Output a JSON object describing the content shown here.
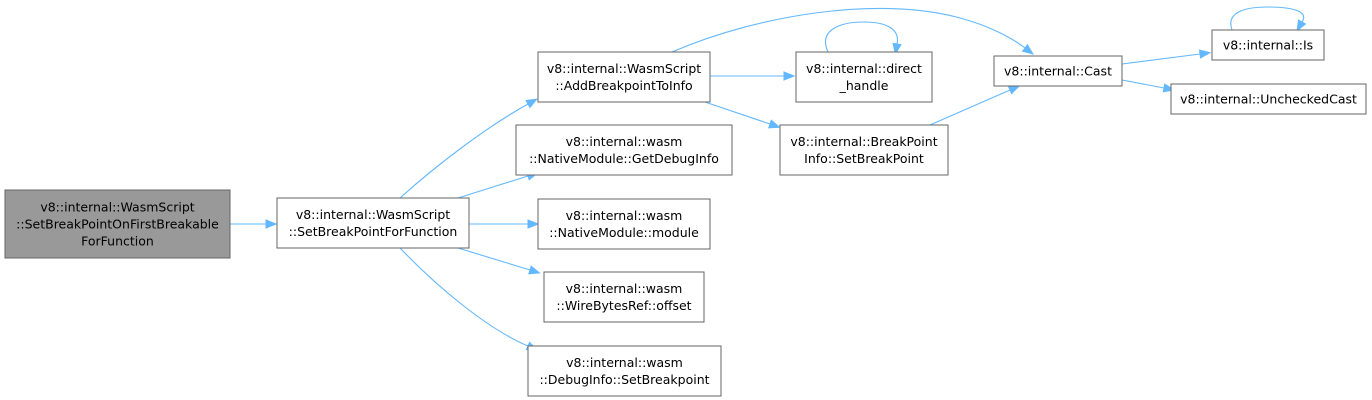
{
  "graph": {
    "nodes": [
      {
        "id": "root",
        "lines": [
          "v8::internal::WasmScript",
          "::SetBreakPointOnFirstBreakable",
          "ForFunction"
        ]
      },
      {
        "id": "set_bp_for_fn",
        "lines": [
          "v8::internal::WasmScript",
          "::SetBreakPointForFunction"
        ]
      },
      {
        "id": "add_bp_to_info",
        "lines": [
          "v8::internal::WasmScript",
          "::AddBreakpointToInfo"
        ]
      },
      {
        "id": "get_debug_info",
        "lines": [
          "v8::internal::wasm",
          "::NativeModule::GetDebugInfo"
        ]
      },
      {
        "id": "native_module",
        "lines": [
          "v8::internal::wasm",
          "::NativeModule::module"
        ]
      },
      {
        "id": "wire_offset",
        "lines": [
          "v8::internal::wasm",
          "::WireBytesRef::offset"
        ]
      },
      {
        "id": "debug_set_bp",
        "lines": [
          "v8::internal::wasm",
          "::DebugInfo::SetBreakpoint"
        ]
      },
      {
        "id": "direct_handle",
        "lines": [
          "v8::internal::direct",
          "_handle"
        ]
      },
      {
        "id": "bpinfo_set",
        "lines": [
          "v8::internal::BreakPoint",
          "Info::SetBreakPoint"
        ]
      },
      {
        "id": "cast",
        "lines": [
          "v8::internal::Cast"
        ]
      },
      {
        "id": "is",
        "lines": [
          "v8::internal::Is"
        ]
      },
      {
        "id": "unchecked_cast",
        "lines": [
          "v8::internal::UncheckedCast"
        ]
      }
    ],
    "edges": [
      [
        "root",
        "set_bp_for_fn"
      ],
      [
        "set_bp_for_fn",
        "add_bp_to_info"
      ],
      [
        "set_bp_for_fn",
        "get_debug_info"
      ],
      [
        "set_bp_for_fn",
        "native_module"
      ],
      [
        "set_bp_for_fn",
        "wire_offset"
      ],
      [
        "set_bp_for_fn",
        "debug_set_bp"
      ],
      [
        "add_bp_to_info",
        "direct_handle"
      ],
      [
        "add_bp_to_info",
        "bpinfo_set"
      ],
      [
        "add_bp_to_info",
        "cast"
      ],
      [
        "direct_handle",
        "direct_handle"
      ],
      [
        "bpinfo_set",
        "cast"
      ],
      [
        "cast",
        "is"
      ],
      [
        "cast",
        "unchecked_cast"
      ],
      [
        "is",
        "is"
      ]
    ]
  },
  "colors": {
    "edge": "#63b8ff",
    "root_fill": "#999999",
    "node_fill": "#ffffff",
    "node_border": "#666666"
  }
}
